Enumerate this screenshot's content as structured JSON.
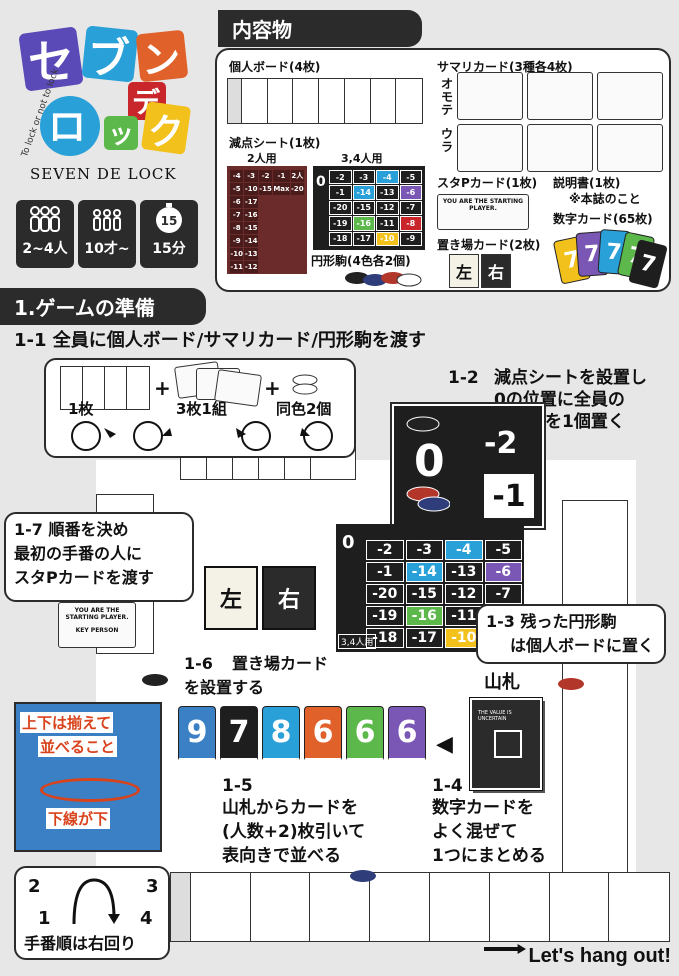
{
  "logo": {
    "title_chars": [
      "セ",
      "ブ",
      "ン",
      "デ",
      "ロ",
      "ッ",
      "ク"
    ],
    "subtitle": "SEVEN DE LOCK",
    "tagline": "To lock or not to lock"
  },
  "stats": [
    {
      "icon": "players-icon",
      "label": "2~4人"
    },
    {
      "icon": "age-icon",
      "label": "10才~"
    },
    {
      "icon": "timer-icon",
      "label": "15分",
      "badge": "15"
    }
  ],
  "contents": {
    "header": "内容物",
    "personal_board": "個人ボード(4枚)",
    "summary_card": "サマリカード(3種各4枚)",
    "summary_front": "オモテ",
    "summary_back": "ウラ",
    "penalty_sheet": "減点シート(1枚)",
    "penalty_2p": "2人用",
    "penalty_34p": "3,4人用",
    "start_card": "スタPカード(1枚)",
    "start_card_text": "YOU ARE THE STARTING PLAYER.",
    "manual": "説明書(1枚)",
    "manual_note": "※本誌のこと",
    "number_cards": "数字カード(65枚)",
    "pieces": "円形駒(4色各2個)",
    "place_card": "置き場カード(2枚)",
    "left": "左",
    "right": "右"
  },
  "setup": {
    "header": "1.ゲームの準備",
    "step_1_1": "1-1 全員に個人ボード/サマリカード/円形駒を渡す",
    "one": "1枚",
    "three_set": "3枚1組",
    "same_color_two": "同色2個",
    "step_1_2_num": "1-2",
    "step_1_2": "減点シートを設置し",
    "step_1_2b": "0の位置に全員の",
    "step_1_2c": "円形駒を1個置く",
    "step_1_3": "1-3 残った円形駒",
    "step_1_3b": "は個人ボードに置く",
    "step_1_4_num": "1-4",
    "step_1_4a": "数字カードを",
    "step_1_4b": "よく混ぜて",
    "step_1_4c": "1つにまとめる",
    "step_1_5_num": "1-5",
    "step_1_5a": "山札からカードを",
    "step_1_5b": "(人数+2)枚引いて",
    "step_1_5c": "表向きで並べる",
    "step_1_6_num": "1-6",
    "step_1_6a": "置き場カード",
    "step_1_6b": "を設置する",
    "step_1_7a": "1-7  順番を決め",
    "step_1_7b": "最初の手番の人に",
    "step_1_7c": "スタPカードを渡す",
    "deck_label": "山札",
    "deck_text": "THE VALUE IS UNCERTAIN",
    "align_a": "上下は揃えて",
    "align_b": "並べること",
    "underline_down": "下線が下",
    "turn_order": "手番順は右回り",
    "seat_nums": [
      "2",
      "3",
      "1",
      "4"
    ],
    "sheet_label": "3,4人用",
    "start_text": "YOU ARE THE STARTING PLAYER.",
    "key_person": "KEY PERSON",
    "lets": "Let's hang out!"
  },
  "row_cards": [
    {
      "value": "9",
      "color": "#3b7fc4"
    },
    {
      "value": "7",
      "color": "#1e1e1e"
    },
    {
      "value": "8",
      "color": "#2aa0d8"
    },
    {
      "value": "6",
      "color": "#e0622a"
    },
    {
      "value": "6",
      "color": "#5cb84a"
    },
    {
      "value": "6",
      "color": "#7a57b5"
    }
  ],
  "pen_small": [
    [
      "-4",
      "-3",
      "-2",
      "-1",
      "2人"
    ],
    [
      "-5",
      "-10",
      "-15",
      "Max",
      "-20"
    ],
    [
      "-6",
      "-17",
      "",
      "",
      ""
    ],
    [
      "-7",
      "-16",
      "",
      "",
      ""
    ],
    [
      "-8",
      "-15",
      "",
      "",
      ""
    ],
    [
      "-9",
      "-14",
      "",
      "",
      ""
    ],
    [
      "-10",
      "-13",
      "",
      "",
      ""
    ],
    [
      "-11",
      "-12",
      "",
      "",
      ""
    ]
  ],
  "pen_big": [
    {
      "v": "-2",
      "c": "#1e1e1e"
    },
    {
      "v": "-3",
      "c": "#1e1e1e"
    },
    {
      "v": "-4",
      "c": "#2aa0d8"
    },
    {
      "v": "-5",
      "c": "#1e1e1e"
    },
    {
      "v": "-1",
      "c": "#1e1e1e"
    },
    {
      "v": "-14",
      "c": "#2aa0d8"
    },
    {
      "v": "-13",
      "c": "#1e1e1e"
    },
    {
      "v": "-6",
      "c": "#7a57b5"
    },
    {
      "v": "-20",
      "c": "#1e1e1e"
    },
    {
      "v": "-15",
      "c": "#1e1e1e"
    },
    {
      "v": "-12",
      "c": "#1e1e1e"
    },
    {
      "v": "-7",
      "c": "#1e1e1e"
    },
    {
      "v": "-19",
      "c": "#1e1e1e"
    },
    {
      "v": "-16",
      "c": "#5cb84a"
    },
    {
      "v": "-11",
      "c": "#1e1e1e"
    },
    {
      "v": "-8",
      "c": "#c8262b"
    },
    {
      "v": "-18",
      "c": "#1e1e1e"
    },
    {
      "v": "-17",
      "c": "#1e1e1e"
    },
    {
      "v": "-10",
      "c": "#f2c11b"
    },
    {
      "v": "-9",
      "c": "#1e1e1e"
    }
  ],
  "colors": {
    "accent_red": "#d8431c",
    "dark": "#2b2b2b",
    "piece_black": "#222222",
    "piece_red": "#b3362a",
    "piece_navy": "#2f3e7a",
    "piece_white": "#ffffff"
  }
}
